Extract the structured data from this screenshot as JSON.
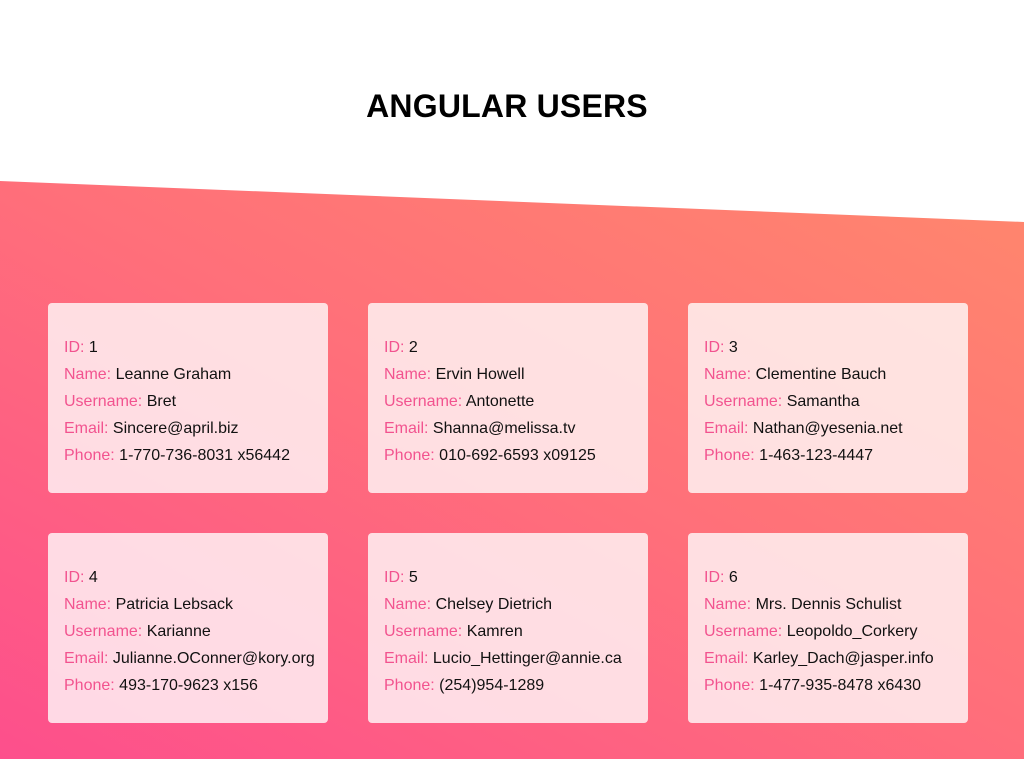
{
  "page": {
    "title": "ANGULAR USERS"
  },
  "labels": {
    "id": "ID:",
    "name": "Name:",
    "username": "Username:",
    "email": "Email:",
    "phone": "Phone:"
  },
  "users": [
    {
      "id": "1",
      "name": "Leanne Graham",
      "username": "Bret",
      "email": "Sincere@april.biz",
      "phone": "1-770-736-8031 x56442"
    },
    {
      "id": "2",
      "name": "Ervin Howell",
      "username": "Antonette",
      "email": "Shanna@melissa.tv",
      "phone": "010-692-6593 x09125"
    },
    {
      "id": "3",
      "name": "Clementine Bauch",
      "username": "Samantha",
      "email": "Nathan@yesenia.net",
      "phone": "1-463-123-4447"
    },
    {
      "id": "4",
      "name": "Patricia Lebsack",
      "username": "Karianne",
      "email": "Julianne.OConner@kory.org",
      "phone": "493-170-9623 x156"
    },
    {
      "id": "5",
      "name": "Chelsey Dietrich",
      "username": "Kamren",
      "email": "Lucio_Hettinger@annie.ca",
      "phone": "(254)954-1289"
    },
    {
      "id": "6",
      "name": "Mrs. Dennis Schulist",
      "username": "Leopoldo_Corkery",
      "email": "Karley_Dach@jasper.info",
      "phone": "1-477-935-8478 x6430"
    }
  ],
  "colors": {
    "label_accent": "#f2538f",
    "gradient_start": "#fd4f8c",
    "gradient_end": "#ff8f68",
    "card_background": "rgba(255,255,255,0.78)"
  }
}
